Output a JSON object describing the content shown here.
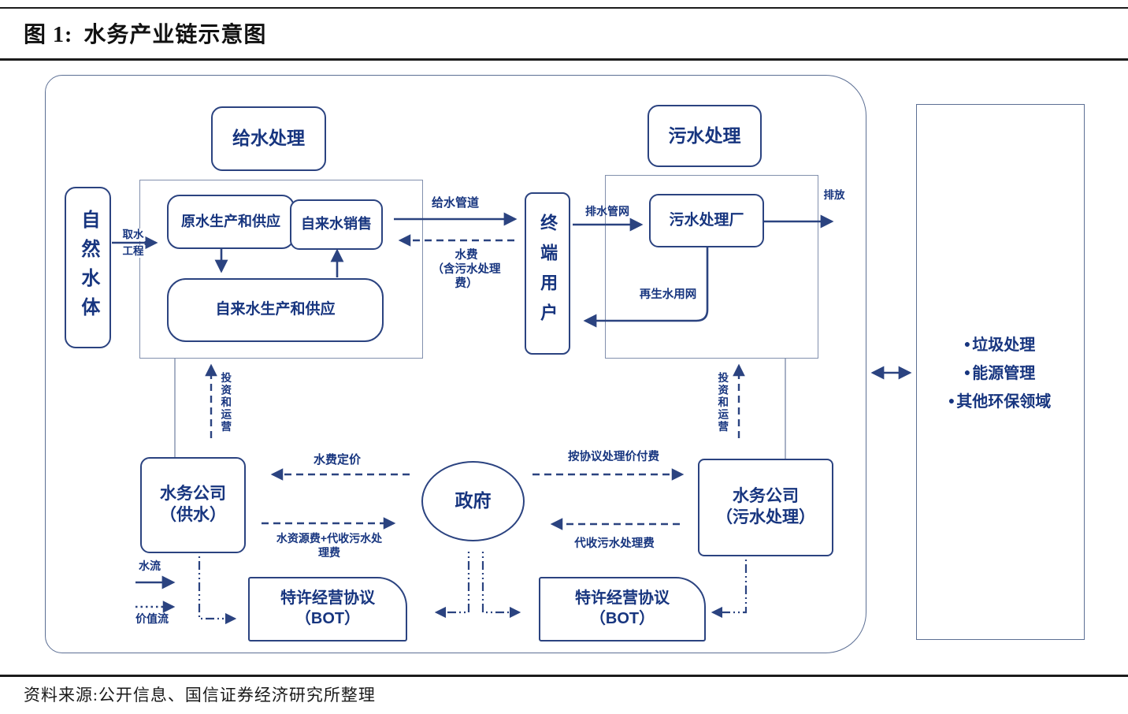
{
  "page": {
    "title_prefix": "图 1:",
    "title_text": "水务产业链示意图",
    "source": "资料来源:公开信息、国信证券经济研究所整理"
  },
  "diagram": {
    "colors": {
      "line": "#2b4380",
      "text": "#17357f"
    },
    "sections": {
      "water_supply": "给水处理",
      "sewage_treatment": "污水处理"
    },
    "nodes": {
      "natural_water": "自然水体",
      "raw_water_supply": "原水生产和供应",
      "tap_water_sales": "自来水销售",
      "tap_water_production": "自来水生产和供应",
      "end_user": "终端用户",
      "sewage_plant": "污水处理厂",
      "water_co_supply": [
        "水务公司",
        "（供水）"
      ],
      "government": "政府",
      "water_co_sewage": [
        "水务公司",
        "（污水处理）"
      ],
      "bot_left": [
        "特许经营协议",
        "（BOT）"
      ],
      "bot_right": [
        "特许经营协议",
        "（BOT）"
      ]
    },
    "edge_labels": {
      "water_intake": [
        "取水",
        "工程"
      ],
      "supply_pipeline": "给水管道",
      "water_fee": [
        "水费",
        "（含污水处理",
        "费）"
      ],
      "drainage_network": "排水管网",
      "discharge": "排放",
      "reclaimed_water": "再生水用网",
      "invest_operate_left": "投资和运营",
      "invest_operate_right": "投资和运营",
      "water_price_setting": "水费定价",
      "resource_fee": [
        "水资源费+代收污水处",
        "理费"
      ],
      "agreement_payment": "按协议处理价付费",
      "collect_sewage_fee": "代收污水处理费"
    },
    "legend": {
      "water_flow": "水流",
      "value_flow": "价值流"
    },
    "side_panel": {
      "bullet": "●",
      "items": [
        "垃圾处理",
        "能源管理",
        "其他环保领域"
      ]
    }
  }
}
